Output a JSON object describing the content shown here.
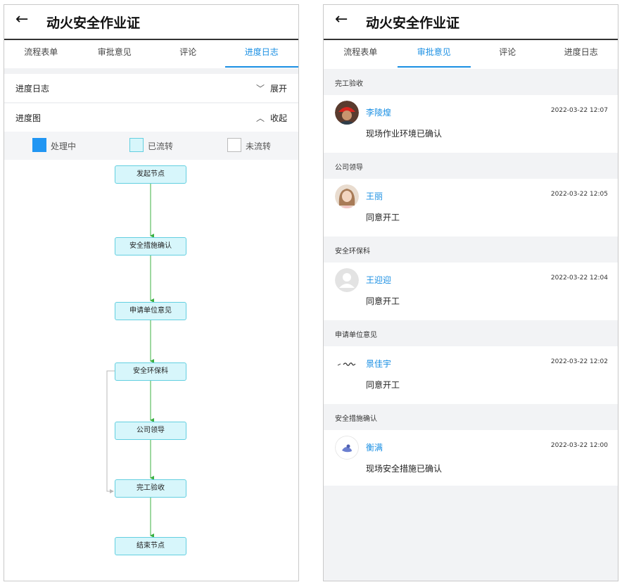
{
  "app": {
    "back_glyph": "←",
    "title": "动火安全作业证"
  },
  "tabs": [
    "流程表单",
    "审批意见",
    "评论",
    "进度日志"
  ],
  "left": {
    "active_tab": 3,
    "log_row": {
      "label": "进度日志",
      "action": "展开",
      "chevron": "﹀"
    },
    "chart_row": {
      "label": "进度图",
      "action": "收起",
      "chevron": "︿"
    },
    "legend": [
      {
        "label": "处理中",
        "color": "#2196f3"
      },
      {
        "label": "已流转",
        "color": "#d7f6fb"
      },
      {
        "label": "未流转",
        "color": "#ffffff"
      }
    ],
    "flow_nodes": [
      "发起节点",
      "安全措施确认",
      "申请单位意见",
      "安全环保科",
      "公司领导",
      "完工验收",
      "结束节点"
    ],
    "colors": {
      "arrow": "#3cb043",
      "loop": "#b8b8b8",
      "node_border": "#63cfe0"
    }
  },
  "right": {
    "active_tab": 1,
    "groups": [
      {
        "header": "完工验收",
        "name": "李陵煌",
        "time": "2022-03-22 12:07",
        "comment": "现场作业环境已确认",
        "avatar": "helmet-avatar"
      },
      {
        "header": "公司领导",
        "name": "王丽",
        "time": "2022-03-22 12:05",
        "comment": "同意开工",
        "avatar": "portrait-avatar"
      },
      {
        "header": "安全环保科",
        "name": "王迎迎",
        "time": "2022-03-22 12:04",
        "comment": "同意开工",
        "avatar": "default-user-avatar"
      },
      {
        "header": "申请单位意见",
        "name": "景佳宇",
        "time": "2022-03-22 12:02",
        "comment": "同意开工",
        "avatar": "signature-avatar"
      },
      {
        "header": "安全措施确认",
        "name": "衡满",
        "time": "2022-03-22 12:00",
        "comment": "现场安全措施已确认",
        "avatar": "bird-avatar"
      }
    ]
  }
}
